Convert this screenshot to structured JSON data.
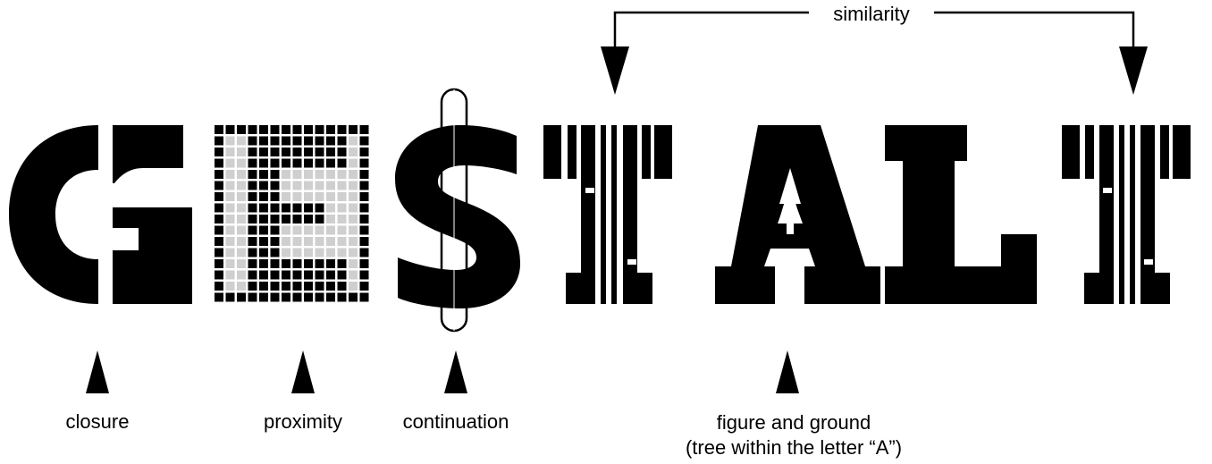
{
  "labels": {
    "similarity": "similarity",
    "closure": "closure",
    "proximity": "proximity",
    "continuation": "continuation",
    "figure_ground_line1": "figure and ground",
    "figure_ground_line2": "(tree within the letter “A”)"
  },
  "colors": {
    "ink": "#000000",
    "grid_light": "#cfcfcf",
    "background": "#ffffff"
  },
  "letters": [
    "G",
    "E",
    "S",
    "T",
    "A",
    "L",
    "T"
  ]
}
